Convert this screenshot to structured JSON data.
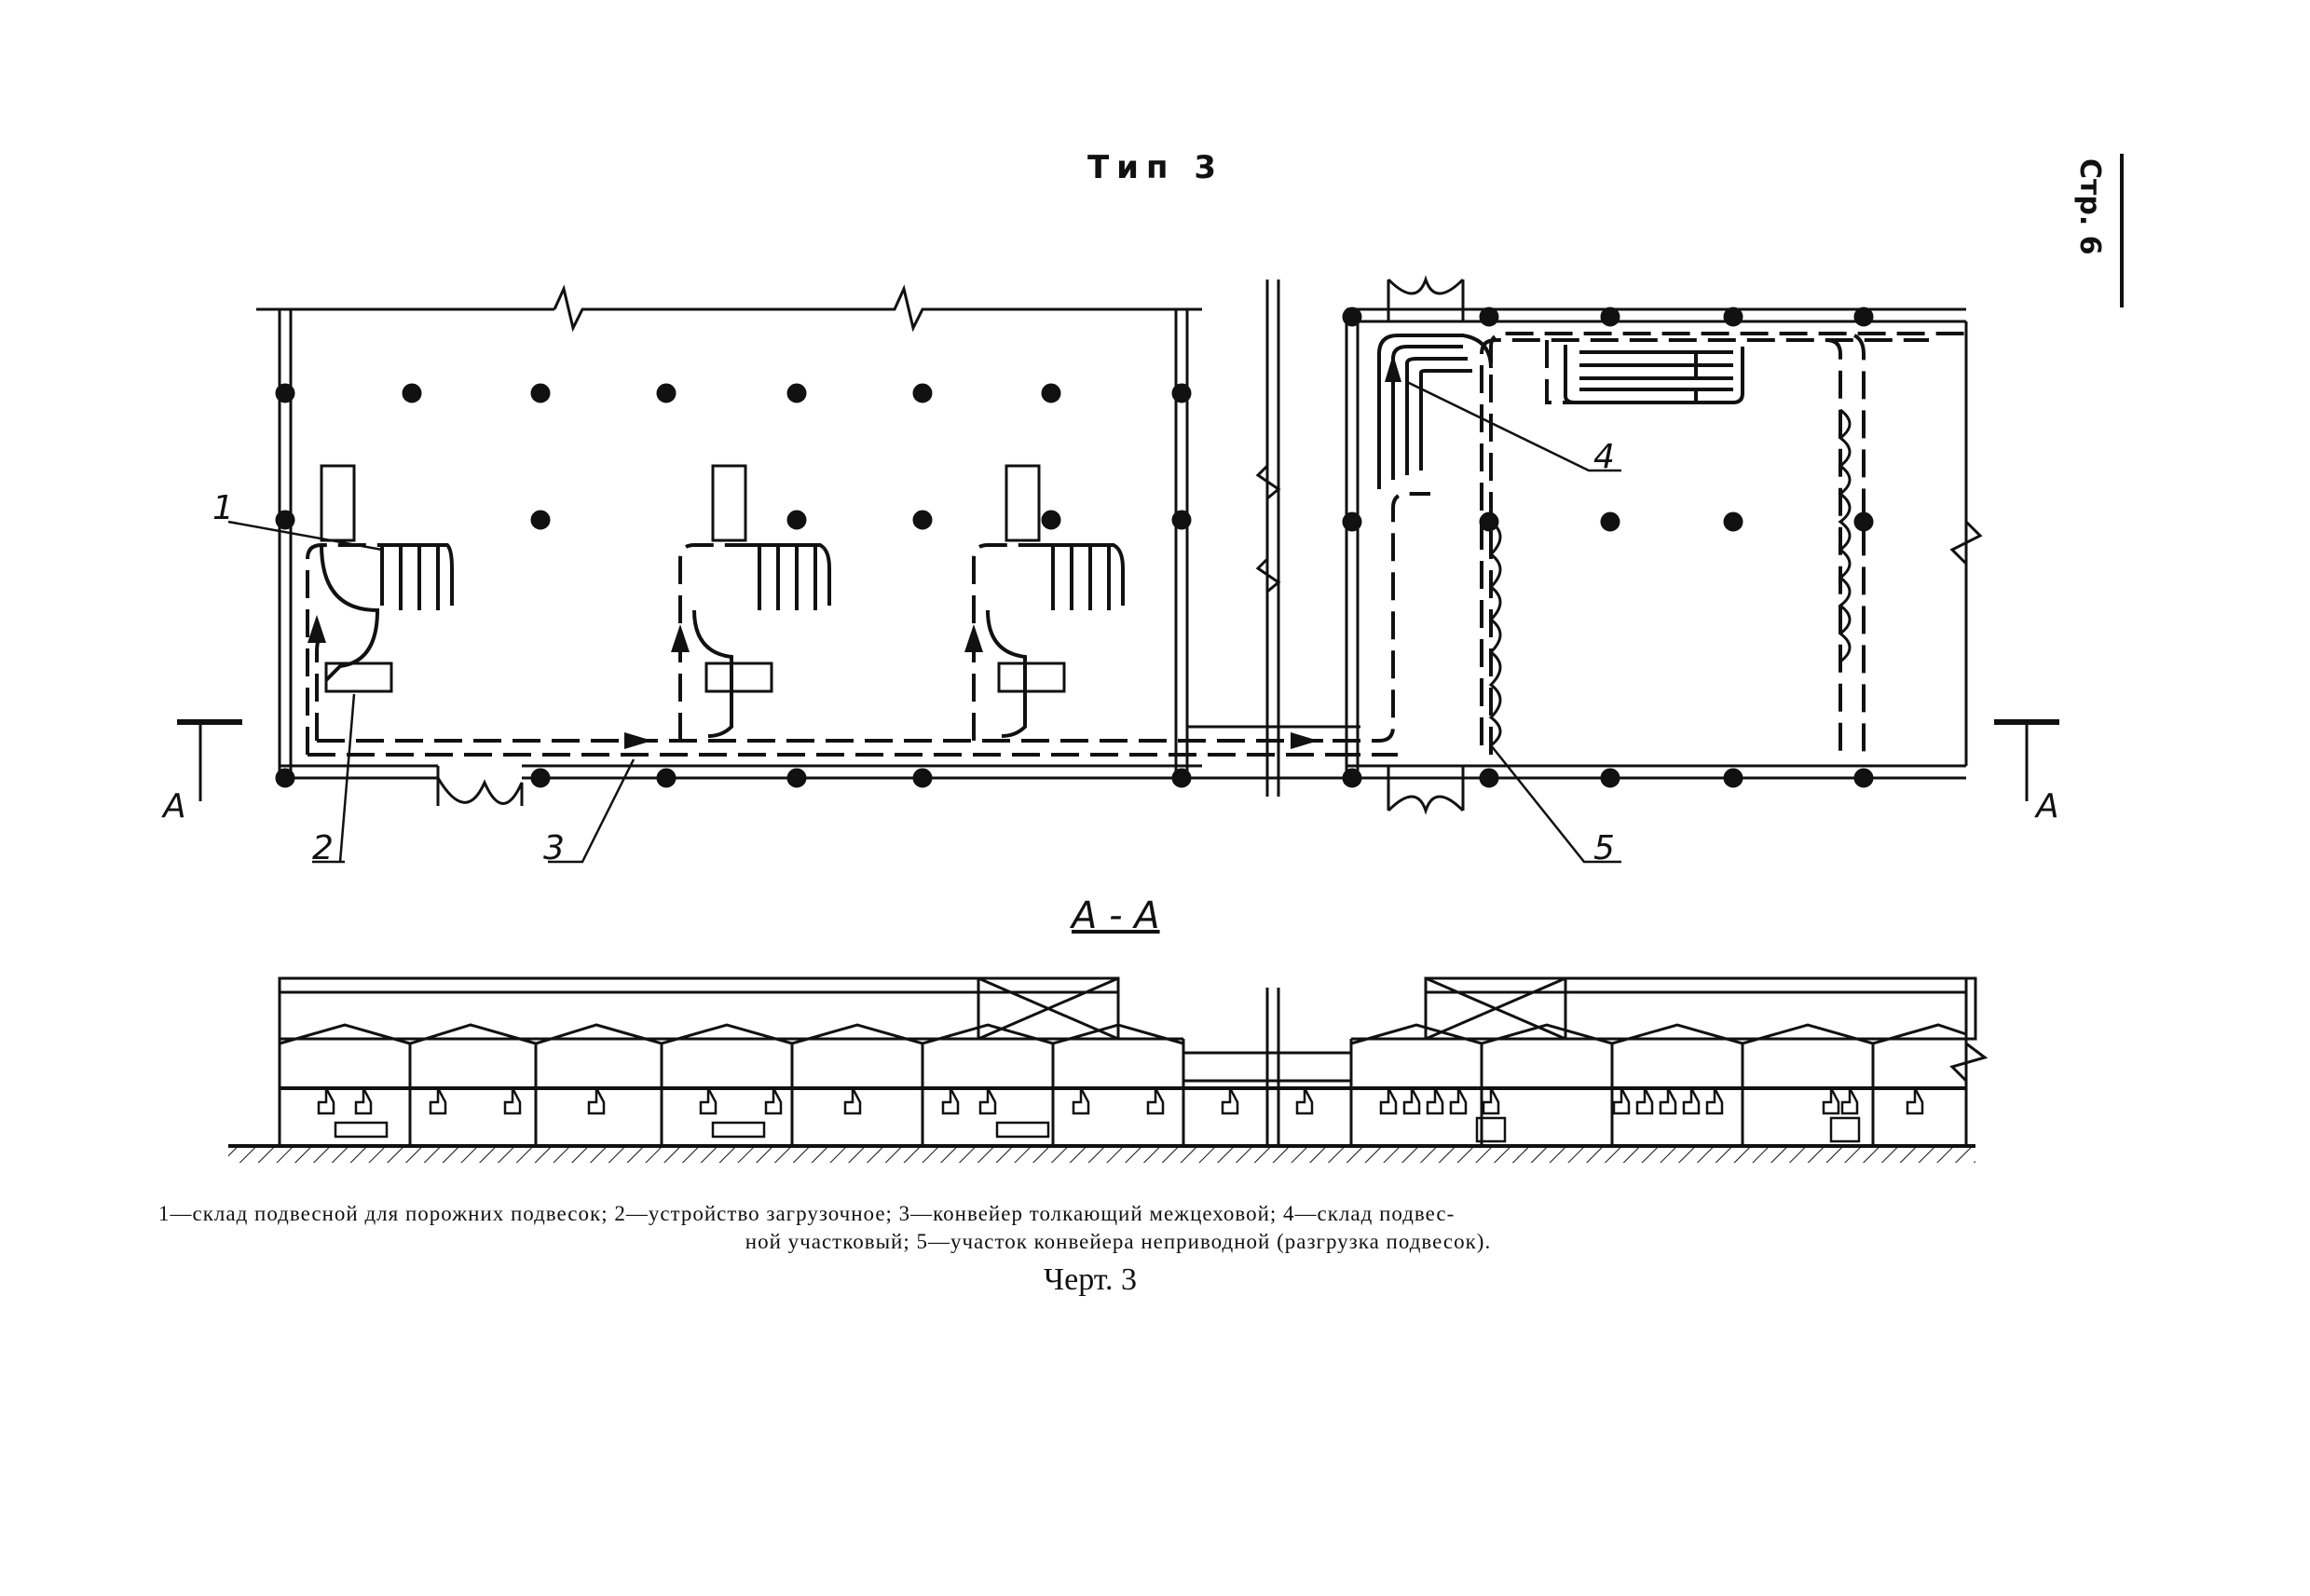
{
  "title": "Тип 3",
  "page_label": "Стр. 6",
  "section_label": "А - А",
  "callouts": [
    "1",
    "2",
    "3",
    "4",
    "5"
  ],
  "cut_marks": [
    "А",
    "А"
  ],
  "legend": {
    "line1": "1—склад подвесной для порожних подвесок; 2—устройство загрузочное; 3—конвейер толкающий межцеховой; 4—склад подвес-",
    "line2": "ной участковый; 5—участок конвейера неприводной (разгрузка подвесок)."
  },
  "caption": "Черт. 3",
  "colors": {
    "ink": "#111111",
    "paper": "#ffffff"
  }
}
